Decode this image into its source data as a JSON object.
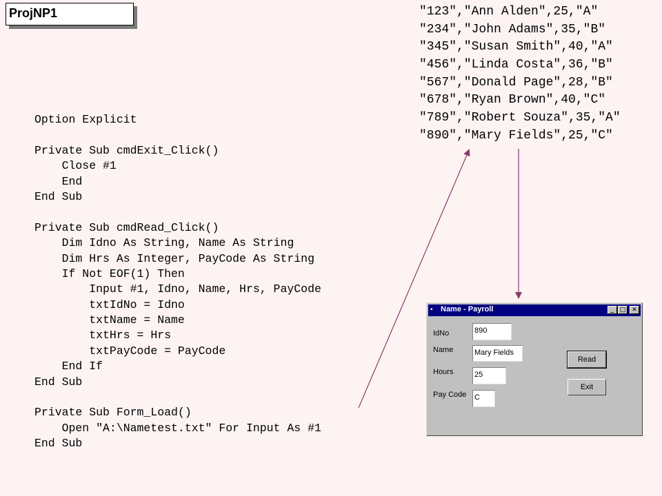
{
  "slide_title": "ProjNP1",
  "code_lines": [
    "Option Explicit",
    "",
    "Private Sub cmdExit_Click()",
    "    Close #1",
    "    End",
    "End Sub",
    "",
    "Private Sub cmdRead_Click()",
    "    Dim Idno As String, Name As String",
    "    Dim Hrs As Integer, PayCode As String",
    "    If Not EOF(1) Then",
    "        Input #1, Idno, Name, Hrs, PayCode",
    "        txtIdNo = Idno",
    "        txtName = Name",
    "        txtHrs = Hrs",
    "        txtPayCode = PayCode",
    "    End If",
    "End Sub",
    "",
    "Private Sub Form_Load()",
    "    Open \"A:\\Nametest.txt\" For Input As #1",
    "End Sub"
  ],
  "data_lines": [
    "\"123\",\"Ann Alden\",25,\"A\"",
    "\"234\",\"John Adams\",35,\"B\"",
    "\"345\",\"Susan Smith\",40,\"A\"",
    "\"456\",\"Linda Costa\",36,\"B\"",
    "\"567\",\"Donald Page\",28,\"B\"",
    "\"678\",\"Ryan Brown\",40,\"C\"",
    "\"789\",\"Robert Souza\",35,\"A\"",
    "\"890\",\"Mary Fields\",25,\"C\""
  ],
  "colors": {
    "background": "#fdf3f3",
    "arrow": "#8b3a70",
    "titlebar": "#000080"
  },
  "form": {
    "title": "Name - Payroll",
    "icon": "form-icon",
    "controls": {
      "minimize": "_",
      "maximize": "□",
      "close": "✕"
    },
    "fields": {
      "idno_label": "IdNo",
      "idno_value": "890",
      "name_label": "Name",
      "name_value": "Mary Fields",
      "hours_label": "Hours",
      "hours_value": "25",
      "paycode_label": "Pay Code",
      "paycode_value": "C"
    },
    "buttons": {
      "read": "Read",
      "exit": "Exit"
    }
  }
}
